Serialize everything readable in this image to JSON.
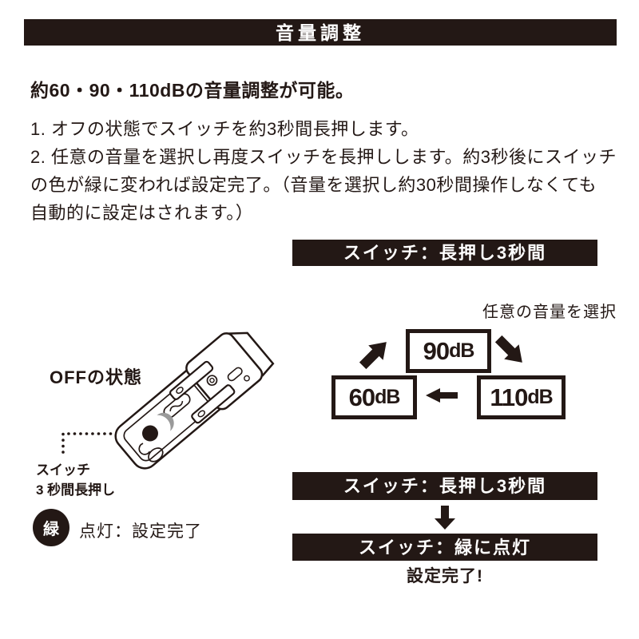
{
  "title": "音量調整",
  "intro": {
    "heading": "約60・90・110dBの音量調整が可能。",
    "step1": "1. オフの状態でスイッチを約3秒間長押します。",
    "step2_line1": "2. 任意の音量を選択し再度スイッチを長押しします。約3秒後にスイッチ",
    "step2_line2": "の色が緑に変われば設定完了。（音量を選択し約30秒間操作しなくても",
    "step2_line3": "自動的に設定はされます。）"
  },
  "step_flow_top": {
    "bar_label": "スイッチ：長押し3秒間",
    "select_note": "任意の音量を選択"
  },
  "volume_options": [
    {
      "value": "90",
      "unit": "dB"
    },
    {
      "value": "60",
      "unit": "dB"
    },
    {
      "value": "110",
      "unit": "dB"
    }
  ],
  "device": {
    "state_label": "OFFの状態",
    "switch_label_line1": "スイッチ",
    "switch_label_line2": "3 秒間長押し",
    "led_label": "緑",
    "led_text": "点灯：設定完了"
  },
  "step_flow_bottom": {
    "bar1_label": "スイッチ：長押し3秒間",
    "bar2_label": "スイッチ：緑に点灯",
    "result": "設定完了!"
  },
  "colors": {
    "ink": "#231815",
    "bar_background": "#231815",
    "crescent_gray": "#9a9a9a",
    "paper": "#ffffff"
  }
}
